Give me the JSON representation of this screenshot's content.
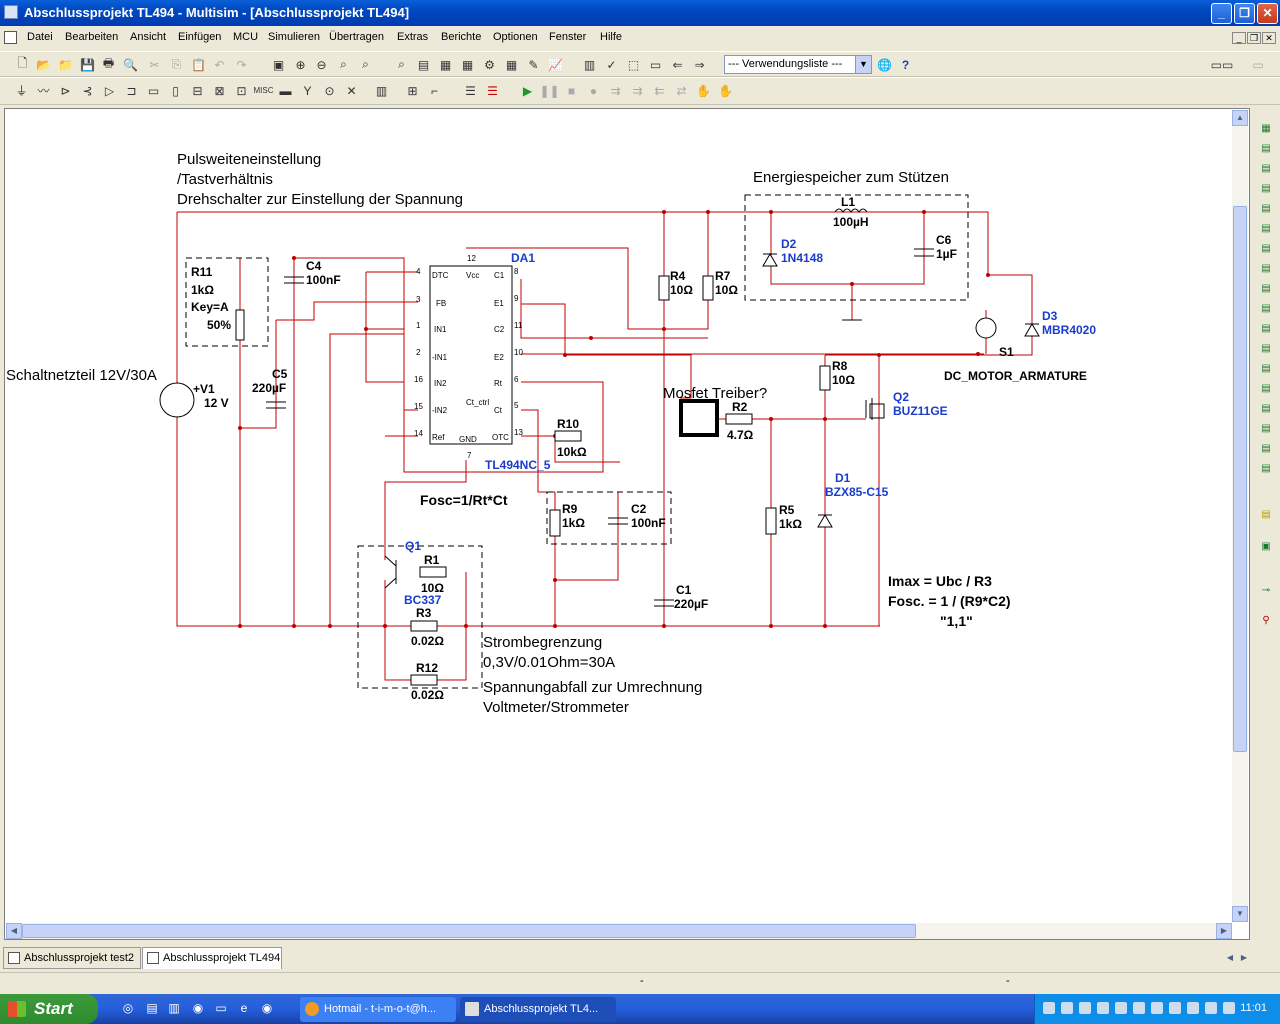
{
  "window": {
    "title": "Abschlussprojekt TL494 - Multisim - [Abschlussprojekt TL494]",
    "min": "_",
    "max": "❐",
    "close": "✕"
  },
  "menu": [
    "Datei",
    "Bearbeiten",
    "Ansicht",
    "Einfügen",
    "MCU",
    "Simulieren",
    "Übertragen",
    "Extras",
    "Berichte",
    "Optionen",
    "Fenster",
    "Hilfe"
  ],
  "mdi_controls": [
    "_",
    "❐",
    "✕"
  ],
  "toolbar": {
    "usage_list": "--- Verwendungsliste ---"
  },
  "schematic": {
    "labels": {
      "pulse_title_1": "Pulsweiteneinstellung",
      "pulse_title_2": "/Tastverhältnis",
      "pulse_title_3": "Drehschalter zur Einstellung der Spannung",
      "energy_title": "Energiespeicher zum Stützen",
      "psu_title": "Schaltnetzteil 12V/30A",
      "mosfet_driver": "Mosfet Treiber?",
      "fosc_rtct": "Fosc=1/Rt*Ct",
      "current_limit_1": "Strombegrenzung",
      "current_limit_2": "0,3V/0.01Ohm=30A",
      "voltage_drop_1": "Spannungabfall zur Umrechnung",
      "voltage_drop_2": "Voltmeter/Strommeter",
      "imax": "Imax  =  Ubc / R3",
      "fosc_r9c2": "Fosc. =  1 / (R9*C2)",
      "fosc_val": "\"1,1\"",
      "motor": "DC_MOTOR_ARMATURE"
    },
    "components": {
      "r11": [
        "R11",
        "1kΩ",
        "Key=A",
        "50%"
      ],
      "c4": [
        "C4",
        "100nF"
      ],
      "c5": [
        "C5",
        "220µF"
      ],
      "v1": [
        "+V1",
        "12 V"
      ],
      "da1": [
        "DA1",
        "TL494NC_5"
      ],
      "r4": [
        "R4",
        "10Ω"
      ],
      "r7": [
        "R7",
        "10Ω"
      ],
      "l1": [
        "L1",
        "100µH"
      ],
      "d2": [
        "D2",
        "1N4148"
      ],
      "c6": [
        "C6",
        "1µF"
      ],
      "d3": [
        "D3",
        "MBR4020"
      ],
      "s1": [
        "S1"
      ],
      "r8": [
        "R8",
        "10Ω"
      ],
      "q2": [
        "Q2",
        "BUZ11GE"
      ],
      "r2": [
        "R2",
        "4.7Ω"
      ],
      "d1": [
        "D1",
        "BZX85-C15"
      ],
      "r5": [
        "R5",
        "1kΩ"
      ],
      "r10": [
        "R10",
        "10kΩ"
      ],
      "r9": [
        "R9",
        "1kΩ"
      ],
      "c2": [
        "C2",
        "100nF"
      ],
      "c1": [
        "C1",
        "220µF"
      ],
      "q1": [
        "Q1",
        "BC337"
      ],
      "r1": [
        "R1",
        "10Ω"
      ],
      "r3": [
        "R3",
        "0.02Ω"
      ],
      "r12": [
        "R12",
        "0.02Ω"
      ]
    },
    "ic_pins": {
      "left": [
        "DTC",
        "FB",
        "IN1",
        "-IN1",
        "IN2",
        "-IN2",
        "Ref"
      ],
      "left_nums": [
        "4",
        "3",
        "1",
        "2",
        "16",
        "15",
        "14"
      ],
      "right": [
        "C1",
        "E1",
        "C2",
        "E2",
        "Rt",
        "Ct",
        "OTC"
      ],
      "right_nums": [
        "8",
        "9",
        "11",
        "10",
        "6",
        "5",
        "13"
      ],
      "top": [
        "Vcc"
      ],
      "top_num": [
        "12"
      ],
      "bottom": [
        "GND"
      ],
      "bottom_num": [
        "7"
      ],
      "center": "Ct_ctrl"
    }
  },
  "tabs": [
    "Abschlussprojekt test2",
    "Abschlussprojekt TL494"
  ],
  "status": {
    "left": "-",
    "right": "-"
  },
  "taskbar": {
    "start": "Start",
    "tasks": [
      "Hotmail - t-i-m-o-t@h...",
      "Abschlussprojekt TL4..."
    ],
    "clock": "11:01"
  }
}
